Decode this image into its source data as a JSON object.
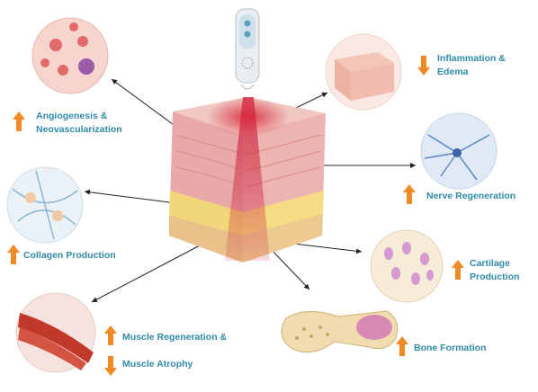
{
  "labels": {
    "angiogenesis": [
      "Angiogenesis &",
      "Neovascularization"
    ],
    "inflammation": [
      "Inflammation &",
      "Edema"
    ],
    "nerve": "Nerve Regeneration",
    "collagen": "Collagen Production",
    "cartilage": [
      "Cartilage",
      "Production"
    ],
    "muscle_regen": "Muscle Regeneration &",
    "muscle_atrophy": "Muscle Atrophy",
    "bone": "Bone Formation"
  },
  "effects": {
    "angiogenesis": "up",
    "inflammation": "down",
    "nerve": "up",
    "collagen": "up",
    "cartilage": "up",
    "muscle_regeneration": "up",
    "muscle_atrophy": "down",
    "bone": "up"
  },
  "colors": {
    "label_text": "#2f8aa6",
    "indicator_arrow": "#f08a24",
    "connector": "#222222"
  },
  "icons": {
    "up": "orange-up-arrow",
    "down": "orange-down-arrow"
  }
}
